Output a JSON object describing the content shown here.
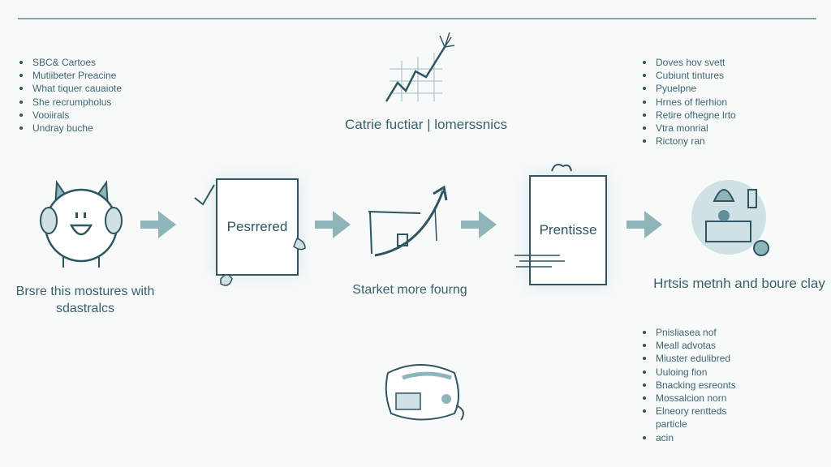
{
  "left_list": [
    "SBC& Cartoes",
    "Mutiibeter Preacine",
    "What tiquer cauaiote",
    "She recrumpholus",
    "Vooiirals",
    "Undray buche"
  ],
  "right_top_list": [
    "Doves hov svett",
    "Cubiunt tintures",
    "Pyuelpne",
    "Hrnes of flerhion",
    "Retire ofhegne lrto",
    "Vtra monrial",
    "Rictony ran"
  ],
  "right_bottom_list": [
    "Pnisliasea nof",
    "Meall advotas",
    "Miuster edulibred",
    "Uuloing fion",
    "Bnacking esreonts",
    "Mossalcion norn",
    "Elneory rentteds particle",
    "acin"
  ],
  "top_caption": "Catrie fuctiar | lomerssnics",
  "steps": [
    {
      "caption": "Brsre this mostures with sdastralcs"
    },
    {
      "card_text": "Pesrrered"
    },
    {
      "caption": "Starket more fourng"
    },
    {
      "card_text": "Prentisse"
    },
    {
      "caption": "Hrtsis metnh and boure clay"
    }
  ],
  "accent": "#7fa5ad",
  "ink": "#2f5560"
}
